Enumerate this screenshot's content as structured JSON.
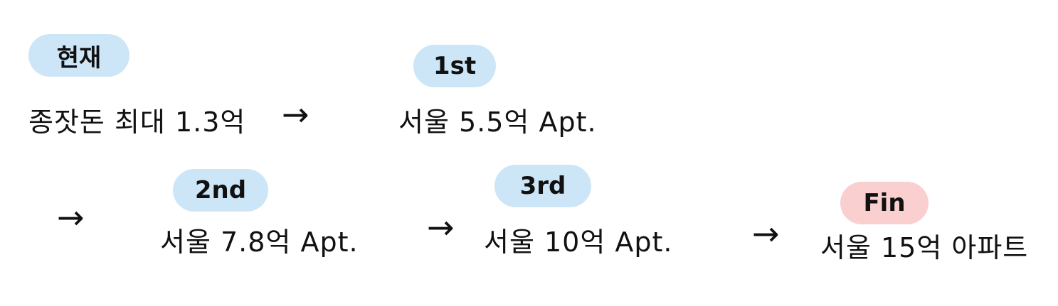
{
  "colors": {
    "stage_badge_blue": "#cde6f7",
    "final_badge_pink": "#f9cfd0",
    "ink": "#111111"
  },
  "steps": [
    {
      "badge": "현재",
      "text": "종잣돈 최대 1.3억"
    },
    {
      "badge": "1st",
      "text": "서울 5.5억 Apt."
    },
    {
      "badge": "2nd",
      "text": "서울 7.8억 Apt."
    },
    {
      "badge": "3rd",
      "text": "서울 10억 Apt."
    },
    {
      "badge": "Fin",
      "text": "서울 15억 아파트"
    }
  ],
  "arrow_glyph": "→"
}
